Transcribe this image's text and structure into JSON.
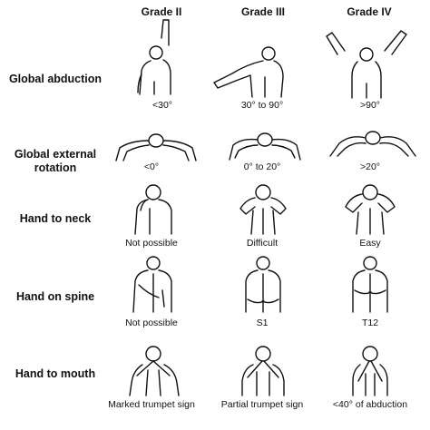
{
  "grades": [
    "Grade II",
    "Grade III",
    "Grade IV"
  ],
  "rows": [
    {
      "label": "Global abduction",
      "captions": [
        "<30°",
        "30° to 90°",
        ">90°"
      ]
    },
    {
      "label": "Global external rotation",
      "captions": [
        "<0°",
        "0° to 20°",
        ">20°"
      ]
    },
    {
      "label": "Hand to neck",
      "captions": [
        "Not possible",
        "Difficult",
        "Easy"
      ]
    },
    {
      "label": "Hand on spine",
      "captions": [
        "Not possible",
        "S1",
        "T12"
      ]
    },
    {
      "label": "Hand to mouth",
      "captions": [
        "Marked trumpet sign",
        "Partial trumpet sign",
        "<40° of abduction"
      ]
    }
  ]
}
